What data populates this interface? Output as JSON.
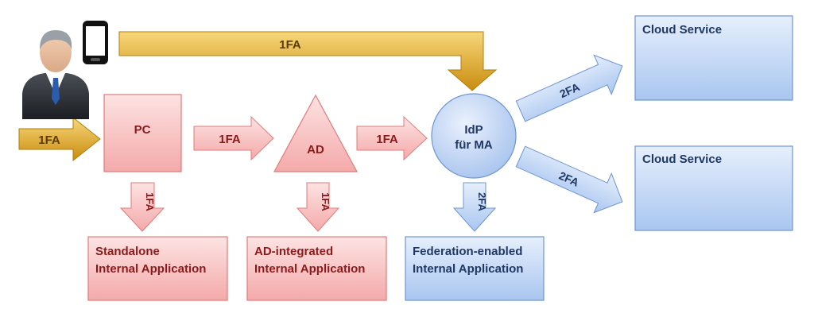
{
  "nodes": {
    "pc": "PC",
    "ad": "AD",
    "idp_line1": "IdP",
    "idp_line2": "für MA",
    "cloud1": "Cloud Service",
    "cloud2": "Cloud Service",
    "app1_line1": "Standalone",
    "app1_line2": "Internal Application",
    "app2_line1": "AD-integrated",
    "app2_line2": "Internal Application",
    "app3_line1": "Federation-enabled",
    "app3_line2": "Internal Application"
  },
  "arrows": {
    "top_phone_idp": "1FA",
    "user_pc": "1FA",
    "pc_ad": "1FA",
    "ad_idp": "1FA",
    "pc_app": "1FA",
    "ad_app": "1FA",
    "idp_app": "2FA",
    "idp_cloud1": "2FA",
    "idp_cloud2": "2FA"
  },
  "colors": {
    "red_fill": "#f8c9c9",
    "red_stroke": "#e07b7b",
    "red_text": "#8b1a1a",
    "blue_fill": "#c9dcf7",
    "blue_stroke": "#6f95d0",
    "blue_text": "#1f3864",
    "gold_fill": "#e2a81e",
    "gold_stroke": "#b07e0e"
  },
  "icons": [
    "user-icon",
    "mobile-phone-icon"
  ]
}
